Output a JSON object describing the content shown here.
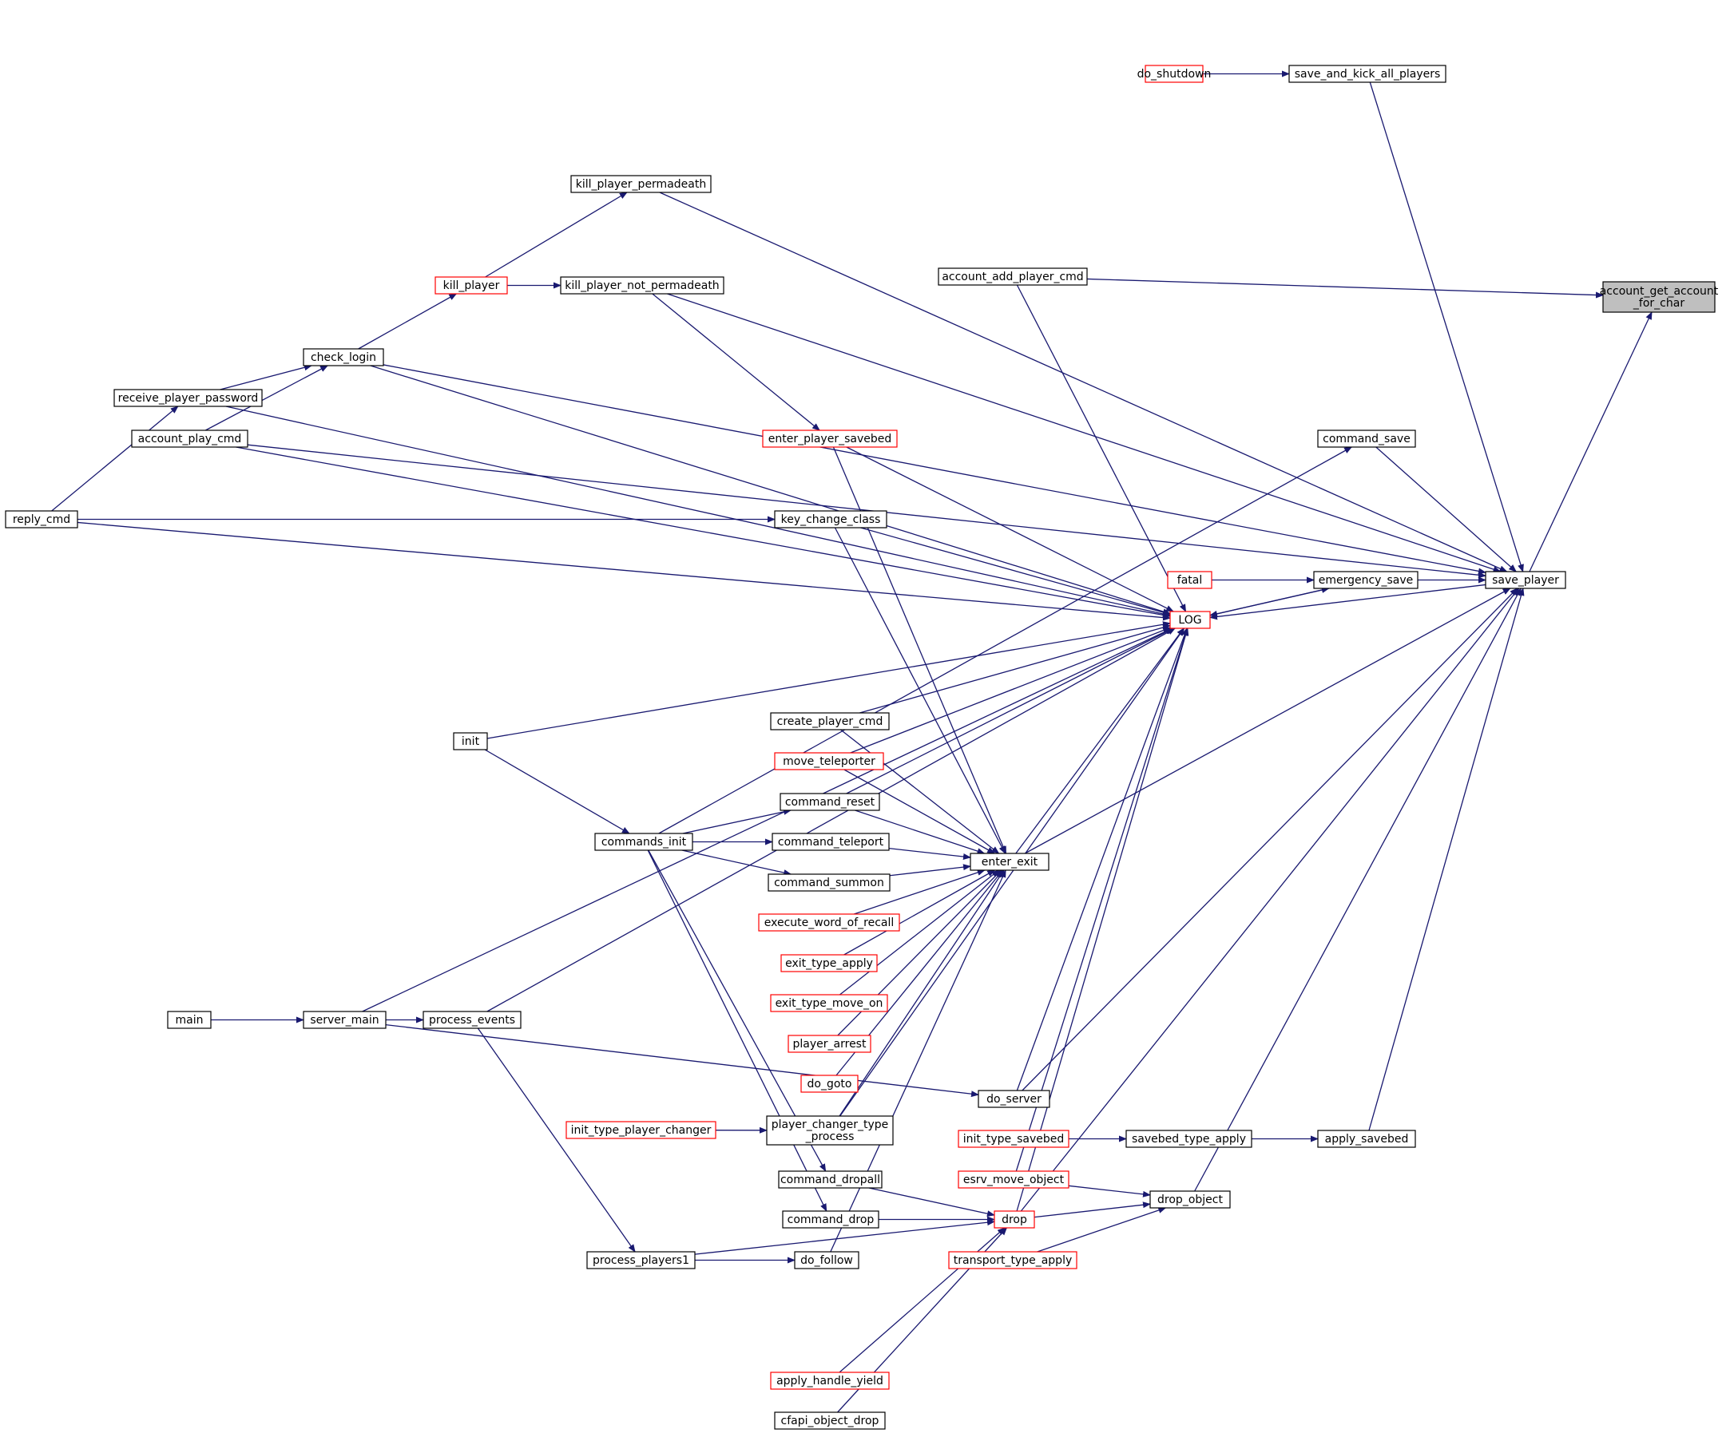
{
  "colors": {
    "edge": "#191970",
    "node_border_default": "#000000",
    "node_border_truncated": "#ff0000",
    "focus_fill": "#bfbfbf",
    "node_fill": "#ffffff"
  },
  "nodes": [
    {
      "id": "account_get_account_for_char",
      "lines": [
        "account_get_account",
        "_for_char"
      ],
      "style": "focus"
    },
    {
      "id": "do_shutdown",
      "lines": [
        "do_shutdown"
      ],
      "style": "red"
    },
    {
      "id": "save_and_kick_all_players",
      "lines": [
        "save_and_kick_all_players"
      ],
      "style": "black"
    },
    {
      "id": "kill_player_permadeath",
      "lines": [
        "kill_player_permadeath"
      ],
      "style": "black"
    },
    {
      "id": "kill_player",
      "lines": [
        "kill_player"
      ],
      "style": "red"
    },
    {
      "id": "kill_player_not_permadeath",
      "lines": [
        "kill_player_not_permadeath"
      ],
      "style": "black"
    },
    {
      "id": "account_add_player_cmd",
      "lines": [
        "account_add_player_cmd"
      ],
      "style": "black"
    },
    {
      "id": "check_login",
      "lines": [
        "check_login"
      ],
      "style": "black"
    },
    {
      "id": "receive_player_password",
      "lines": [
        "receive_player_password"
      ],
      "style": "black"
    },
    {
      "id": "account_play_cmd",
      "lines": [
        "account_play_cmd"
      ],
      "style": "black"
    },
    {
      "id": "enter_player_savebed",
      "lines": [
        "enter_player_savebed"
      ],
      "style": "red"
    },
    {
      "id": "command_save",
      "lines": [
        "command_save"
      ],
      "style": "black"
    },
    {
      "id": "reply_cmd",
      "lines": [
        "reply_cmd"
      ],
      "style": "black"
    },
    {
      "id": "key_change_class",
      "lines": [
        "key_change_class"
      ],
      "style": "black"
    },
    {
      "id": "fatal",
      "lines": [
        "fatal"
      ],
      "style": "red"
    },
    {
      "id": "emergency_save",
      "lines": [
        "emergency_save"
      ],
      "style": "black"
    },
    {
      "id": "save_player",
      "lines": [
        "save_player"
      ],
      "style": "black"
    },
    {
      "id": "LOG",
      "lines": [
        "LOG"
      ],
      "style": "red"
    },
    {
      "id": "init",
      "lines": [
        "init"
      ],
      "style": "black"
    },
    {
      "id": "create_player_cmd",
      "lines": [
        "create_player_cmd"
      ],
      "style": "black"
    },
    {
      "id": "move_teleporter",
      "lines": [
        "move_teleporter"
      ],
      "style": "red"
    },
    {
      "id": "command_reset",
      "lines": [
        "command_reset"
      ],
      "style": "black"
    },
    {
      "id": "commands_init",
      "lines": [
        "commands_init"
      ],
      "style": "black"
    },
    {
      "id": "command_teleport",
      "lines": [
        "command_teleport"
      ],
      "style": "black"
    },
    {
      "id": "enter_exit",
      "lines": [
        "enter_exit"
      ],
      "style": "black"
    },
    {
      "id": "command_summon",
      "lines": [
        "command_summon"
      ],
      "style": "black"
    },
    {
      "id": "execute_word_of_recall",
      "lines": [
        "execute_word_of_recall"
      ],
      "style": "red"
    },
    {
      "id": "exit_type_apply",
      "lines": [
        "exit_type_apply"
      ],
      "style": "red"
    },
    {
      "id": "exit_type_move_on",
      "lines": [
        "exit_type_move_on"
      ],
      "style": "red"
    },
    {
      "id": "main",
      "lines": [
        "main"
      ],
      "style": "black"
    },
    {
      "id": "server_main",
      "lines": [
        "server_main"
      ],
      "style": "black"
    },
    {
      "id": "process_events",
      "lines": [
        "process_events"
      ],
      "style": "black"
    },
    {
      "id": "player_arrest",
      "lines": [
        "player_arrest"
      ],
      "style": "red"
    },
    {
      "id": "do_goto",
      "lines": [
        "do_goto"
      ],
      "style": "red"
    },
    {
      "id": "do_server",
      "lines": [
        "do_server"
      ],
      "style": "black"
    },
    {
      "id": "init_type_player_changer",
      "lines": [
        "init_type_player_changer"
      ],
      "style": "red"
    },
    {
      "id": "player_changer_type_process",
      "lines": [
        "player_changer_type",
        "_process"
      ],
      "style": "black"
    },
    {
      "id": "init_type_savebed",
      "lines": [
        "init_type_savebed"
      ],
      "style": "red"
    },
    {
      "id": "savebed_type_apply",
      "lines": [
        "savebed_type_apply"
      ],
      "style": "black"
    },
    {
      "id": "apply_savebed",
      "lines": [
        "apply_savebed"
      ],
      "style": "black"
    },
    {
      "id": "command_dropall",
      "lines": [
        "command_dropall"
      ],
      "style": "black"
    },
    {
      "id": "esrv_move_object",
      "lines": [
        "esrv_move_object"
      ],
      "style": "red"
    },
    {
      "id": "drop_object",
      "lines": [
        "drop_object"
      ],
      "style": "black"
    },
    {
      "id": "command_drop",
      "lines": [
        "command_drop"
      ],
      "style": "black"
    },
    {
      "id": "drop",
      "lines": [
        "drop"
      ],
      "style": "red"
    },
    {
      "id": "process_players1",
      "lines": [
        "process_players1"
      ],
      "style": "black"
    },
    {
      "id": "do_follow",
      "lines": [
        "do_follow"
      ],
      "style": "black"
    },
    {
      "id": "transport_type_apply",
      "lines": [
        "transport_type_apply"
      ],
      "style": "red"
    },
    {
      "id": "apply_handle_yield",
      "lines": [
        "apply_handle_yield"
      ],
      "style": "red"
    },
    {
      "id": "cfapi_object_drop",
      "lines": [
        "cfapi_object_drop"
      ],
      "style": "black"
    }
  ],
  "edges": [
    [
      "save_player",
      "account_get_account_for_char"
    ],
    [
      "account_add_player_cmd",
      "account_get_account_for_char"
    ],
    [
      "do_shutdown",
      "save_and_kick_all_players"
    ],
    [
      "save_and_kick_all_players",
      "save_player"
    ],
    [
      "kill_player",
      "kill_player_permadeath"
    ],
    [
      "kill_player_permadeath",
      "save_player"
    ],
    [
      "kill_player",
      "kill_player_not_permadeath"
    ],
    [
      "check_login",
      "kill_player"
    ],
    [
      "kill_player_not_permadeath",
      "save_player"
    ],
    [
      "kill_player_not_permadeath",
      "enter_player_savebed"
    ],
    [
      "receive_player_password",
      "check_login"
    ],
    [
      "account_play_cmd",
      "check_login"
    ],
    [
      "check_login",
      "save_player"
    ],
    [
      "check_login",
      "LOG"
    ],
    [
      "reply_cmd",
      "receive_player_password"
    ],
    [
      "receive_player_password",
      "LOG"
    ],
    [
      "account_play_cmd",
      "save_player"
    ],
    [
      "account_play_cmd",
      "LOG"
    ],
    [
      "account_add_player_cmd",
      "LOG"
    ],
    [
      "enter_player_savebed",
      "LOG"
    ],
    [
      "enter_player_savebed",
      "enter_exit"
    ],
    [
      "command_save",
      "save_player"
    ],
    [
      "commands_init",
      "command_save"
    ],
    [
      "reply_cmd",
      "key_change_class"
    ],
    [
      "reply_cmd",
      "LOG"
    ],
    [
      "key_change_class",
      "LOG"
    ],
    [
      "key_change_class",
      "enter_exit"
    ],
    [
      "fatal",
      "emergency_save"
    ],
    [
      "emergency_save",
      "save_player"
    ],
    [
      "emergency_save",
      "LOG"
    ],
    [
      "LOG",
      "emergency_save"
    ],
    [
      "save_player",
      "LOG"
    ],
    [
      "server_main",
      "LOG"
    ],
    [
      "init",
      "LOG"
    ],
    [
      "init",
      "commands_init"
    ],
    [
      "process_events",
      "LOG"
    ],
    [
      "create_player_cmd",
      "LOG"
    ],
    [
      "create_player_cmd",
      "enter_exit"
    ],
    [
      "move_teleporter",
      "LOG"
    ],
    [
      "move_teleporter",
      "enter_exit"
    ],
    [
      "command_reset",
      "LOG"
    ],
    [
      "command_reset",
      "enter_exit"
    ],
    [
      "commands_init",
      "command_reset"
    ],
    [
      "commands_init",
      "command_teleport"
    ],
    [
      "commands_init",
      "command_summon"
    ],
    [
      "commands_init",
      "command_dropall"
    ],
    [
      "commands_init",
      "command_drop"
    ],
    [
      "command_teleport",
      "enter_exit"
    ],
    [
      "command_summon",
      "enter_exit"
    ],
    [
      "execute_word_of_recall",
      "enter_exit"
    ],
    [
      "exit_type_apply",
      "enter_exit"
    ],
    [
      "exit_type_move_on",
      "enter_exit"
    ],
    [
      "player_arrest",
      "enter_exit"
    ],
    [
      "do_goto",
      "enter_exit"
    ],
    [
      "player_changer_type_process",
      "enter_exit"
    ],
    [
      "do_follow",
      "enter_exit"
    ],
    [
      "enter_exit",
      "LOG"
    ],
    [
      "enter_exit",
      "save_player"
    ],
    [
      "player_changer_type_process",
      "LOG"
    ],
    [
      "do_server",
      "LOG"
    ],
    [
      "do_server",
      "save_player"
    ],
    [
      "esrv_move_object",
      "LOG"
    ],
    [
      "drop",
      "LOG"
    ],
    [
      "drop",
      "save_player"
    ],
    [
      "main",
      "server_main"
    ],
    [
      "server_main",
      "process_events"
    ],
    [
      "server_main",
      "do_server"
    ],
    [
      "process_events",
      "process_players1"
    ],
    [
      "process_players1",
      "do_follow"
    ],
    [
      "process_players1",
      "drop"
    ],
    [
      "init_type_player_changer",
      "player_changer_type_process"
    ],
    [
      "init_type_savebed",
      "savebed_type_apply"
    ],
    [
      "savebed_type_apply",
      "apply_savebed"
    ],
    [
      "apply_savebed",
      "save_player"
    ],
    [
      "command_dropall",
      "drop"
    ],
    [
      "command_drop",
      "drop"
    ],
    [
      "esrv_move_object",
      "drop_object"
    ],
    [
      "drop",
      "drop_object"
    ],
    [
      "transport_type_apply",
      "drop_object"
    ],
    [
      "drop_object",
      "save_player"
    ],
    [
      "apply_handle_yield",
      "drop"
    ],
    [
      "cfapi_object_drop",
      "drop"
    ]
  ]
}
